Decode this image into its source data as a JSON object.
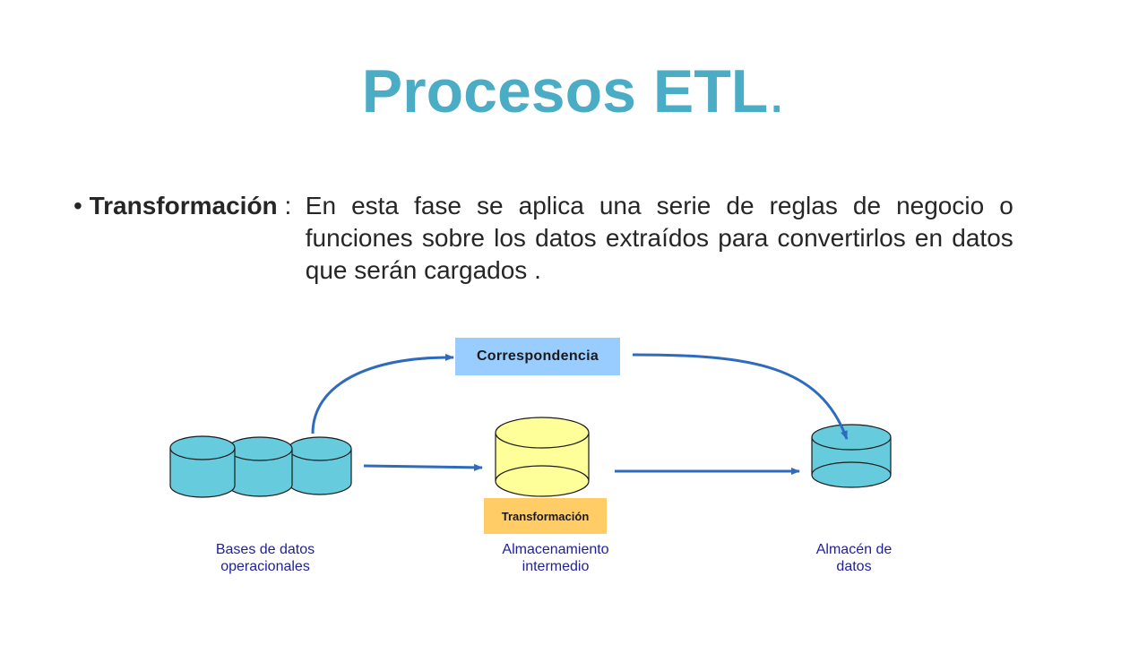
{
  "slide": {
    "title": "Procesos ETL",
    "title_period": ".",
    "bullet": {
      "marker": "•",
      "term": "Transformación",
      "separator": ":",
      "description": "En esta fase se aplica una serie de reglas de negocio o funciones sobre los datos extraídos para convertirlos en datos que serán cargados ."
    }
  },
  "diagram": {
    "correspondencia": "Correspondencia",
    "transformacion": "Transformación",
    "labels": {
      "bases": "Bases de datos\noperacionales",
      "intermedio": "Almacenamiento\nintermedio",
      "almacen": "Almacén de\ndatos"
    }
  },
  "colors": {
    "title": "#4bacc6",
    "cylinder_blue": "#66ccdd",
    "cylinder_yellow": "#ffff99",
    "arrow": "#2e6bbf",
    "correspondencia_box": "#99ccff",
    "transformacion_box": "#ffcc66",
    "label_text": "#1f1f9a"
  }
}
